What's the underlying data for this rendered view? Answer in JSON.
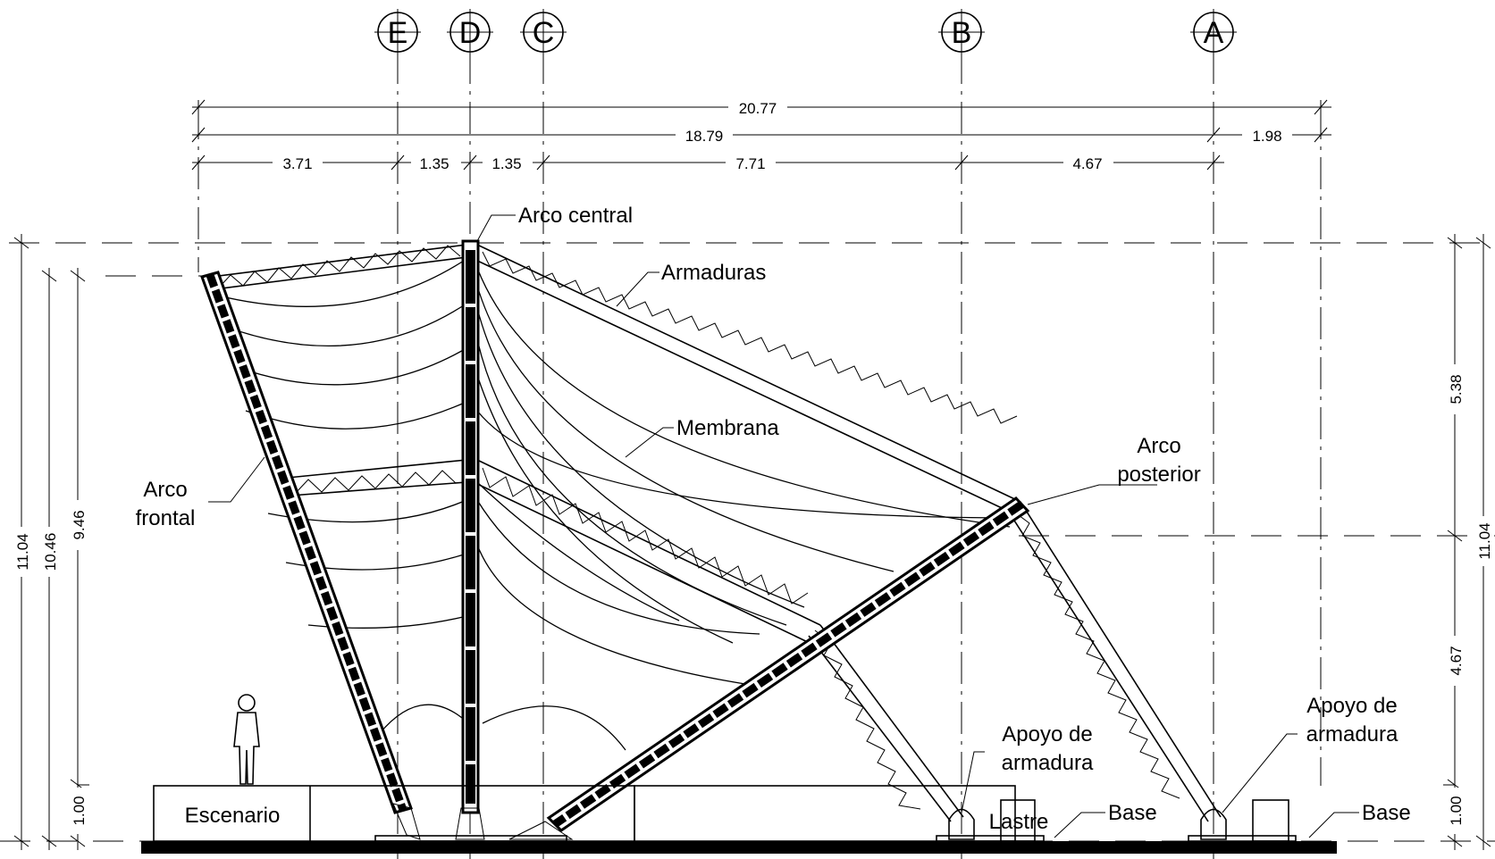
{
  "gridlines": [
    {
      "id": "E",
      "label": "E"
    },
    {
      "id": "D",
      "label": "D"
    },
    {
      "id": "C",
      "label": "C"
    },
    {
      "id": "B",
      "label": "B"
    },
    {
      "id": "A",
      "label": "A"
    }
  ],
  "dimensions_top": {
    "overall": "20.77",
    "row2": [
      "18.79",
      "1.98"
    ],
    "row3": [
      "3.71",
      "1.35",
      "1.35",
      "7.71",
      "4.67"
    ]
  },
  "dimensions_left": [
    "11.04",
    "10.46",
    "9.46",
    "1.00"
  ],
  "dimensions_right": [
    "5.38",
    "11.04",
    "4.67",
    "1.00"
  ],
  "labels": {
    "arco_central": "Arco central",
    "armaduras": "Armaduras",
    "membrana": "Membrana",
    "arco_posterior": [
      "Arco",
      "posterior"
    ],
    "arco_frontal": [
      "Arco",
      "frontal"
    ],
    "apoyo_armadura_1": [
      "Apoyo de",
      "armadura"
    ],
    "apoyo_armadura_2": [
      "Apoyo de",
      "armadura"
    ],
    "base_1": "Base",
    "base_2": "Base",
    "escenario": "Escenario",
    "lastre": "Lastre"
  }
}
